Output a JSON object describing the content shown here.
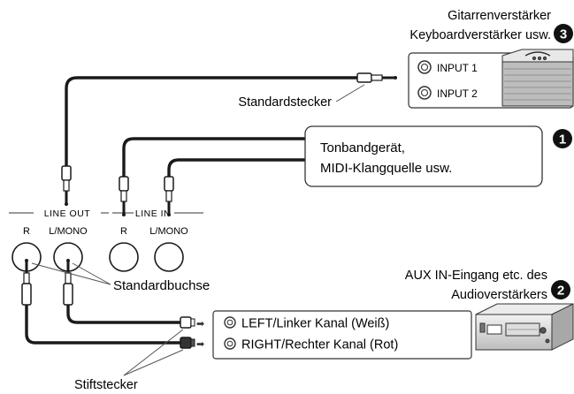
{
  "amp_guitar": {
    "number": "3",
    "title_line1": "Gitarrenverstärker",
    "title_line2": "Keyboardverstärker usw.",
    "inputs": [
      "INPUT 1",
      "INPUT 2"
    ]
  },
  "plug_standard_label": "Standardstecker",
  "tape": {
    "number": "1",
    "line1": "Tonbandgerät,",
    "line2": "MIDI-Klangquelle usw."
  },
  "instrument": {
    "line_out_label": "LINE OUT",
    "line_in_label": "LINE IN",
    "jack_labels": [
      "R",
      "L/MONO",
      "R",
      "L/MONO"
    ],
    "jack_caption": "Standardbuchse"
  },
  "audio_amp": {
    "number": "2",
    "title_line1": "AUX IN-Eingang etc. des",
    "title_line2": "Audioverstärkers",
    "channels": [
      "LEFT/Linker Kanal (Weiß)",
      "RIGHT/Rechter Kanal (Rot)"
    ]
  },
  "pin_plug_label": "Stiftstecker"
}
